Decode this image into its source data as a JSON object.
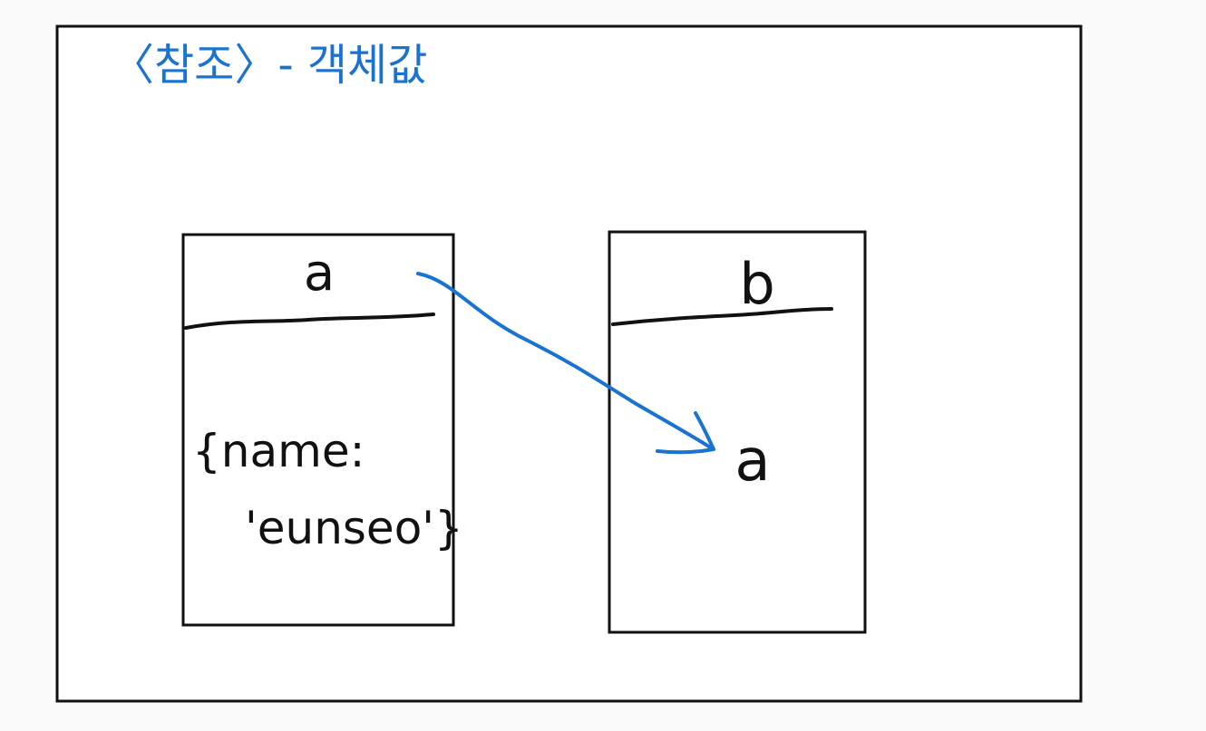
{
  "title": {
    "text": "〈참조〉- 객체값",
    "color": "#1a73d1"
  },
  "boxes": {
    "left": {
      "label": "a",
      "content_line1": "{name:",
      "content_line2": "'eunseo'}"
    },
    "right": {
      "label": "b",
      "content": "a"
    }
  },
  "arrow": {
    "color": "#1a73d1"
  },
  "colors": {
    "ink": "#111111",
    "blue": "#1a73d1",
    "background": "#fbfbfb",
    "paper": "#ffffff"
  }
}
